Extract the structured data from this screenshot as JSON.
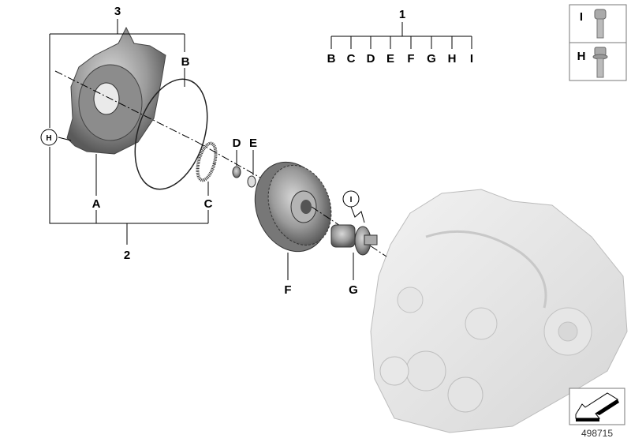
{
  "diagram_id": "498715",
  "callouts": {
    "n1": "1",
    "n2": "2",
    "n3": "3",
    "A": "A",
    "B": "B",
    "C": "C",
    "D": "D",
    "E": "E",
    "F": "F",
    "G": "G",
    "H": "H",
    "I": "I"
  },
  "group1_items": [
    "B",
    "C",
    "D",
    "E",
    "F",
    "G",
    "H",
    "I"
  ],
  "legend": [
    {
      "label": "I",
      "icon": "socket-head-bolt-icon"
    },
    {
      "label": "H",
      "icon": "torx-flange-bolt-icon"
    }
  ]
}
